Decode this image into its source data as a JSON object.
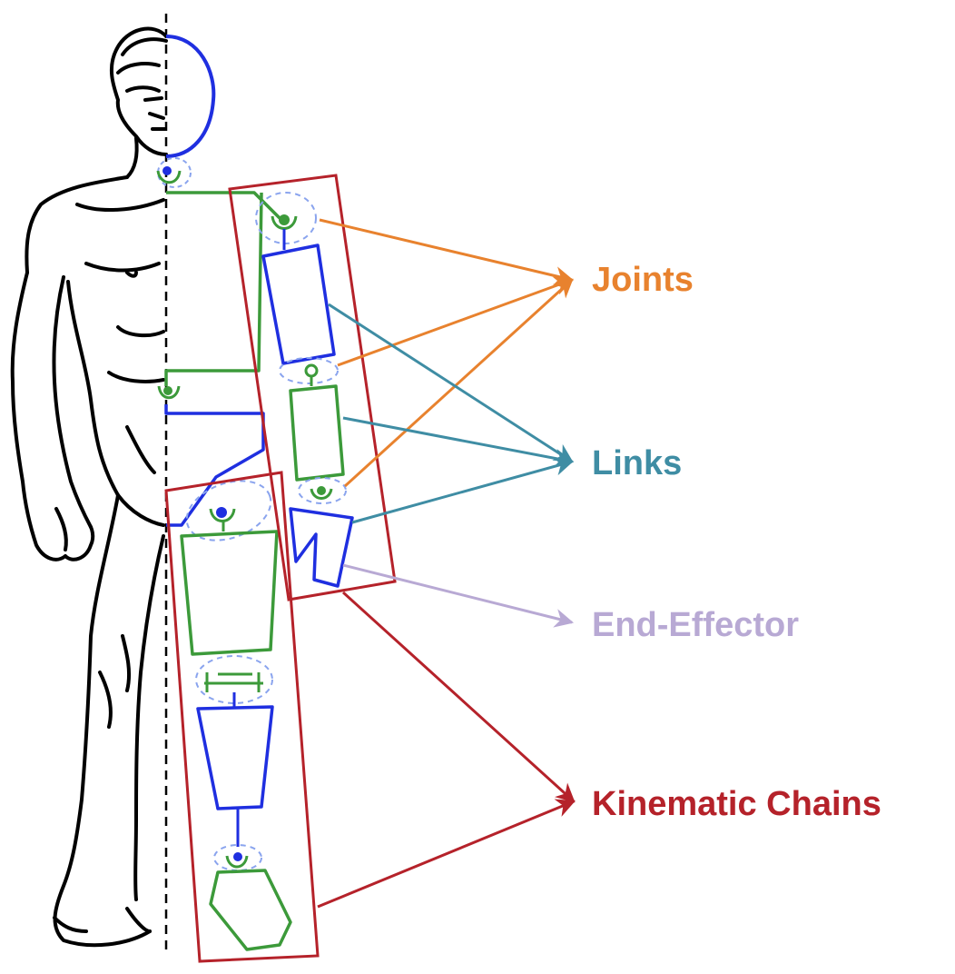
{
  "labels": {
    "joints": "Joints",
    "links": "Links",
    "end_effector": "End-Effector",
    "kinematic_chains": "Kinematic Chains"
  },
  "colors": {
    "joints": "#e8822e",
    "links": "#3f8da4",
    "end_effector": "#b8a9d4",
    "kinematic_chains": "#b5222a",
    "blue_link": "#1f2fe0",
    "green_link": "#3c9a3a",
    "joint_envelope": "#8aa4ee",
    "outline": "#000000"
  }
}
